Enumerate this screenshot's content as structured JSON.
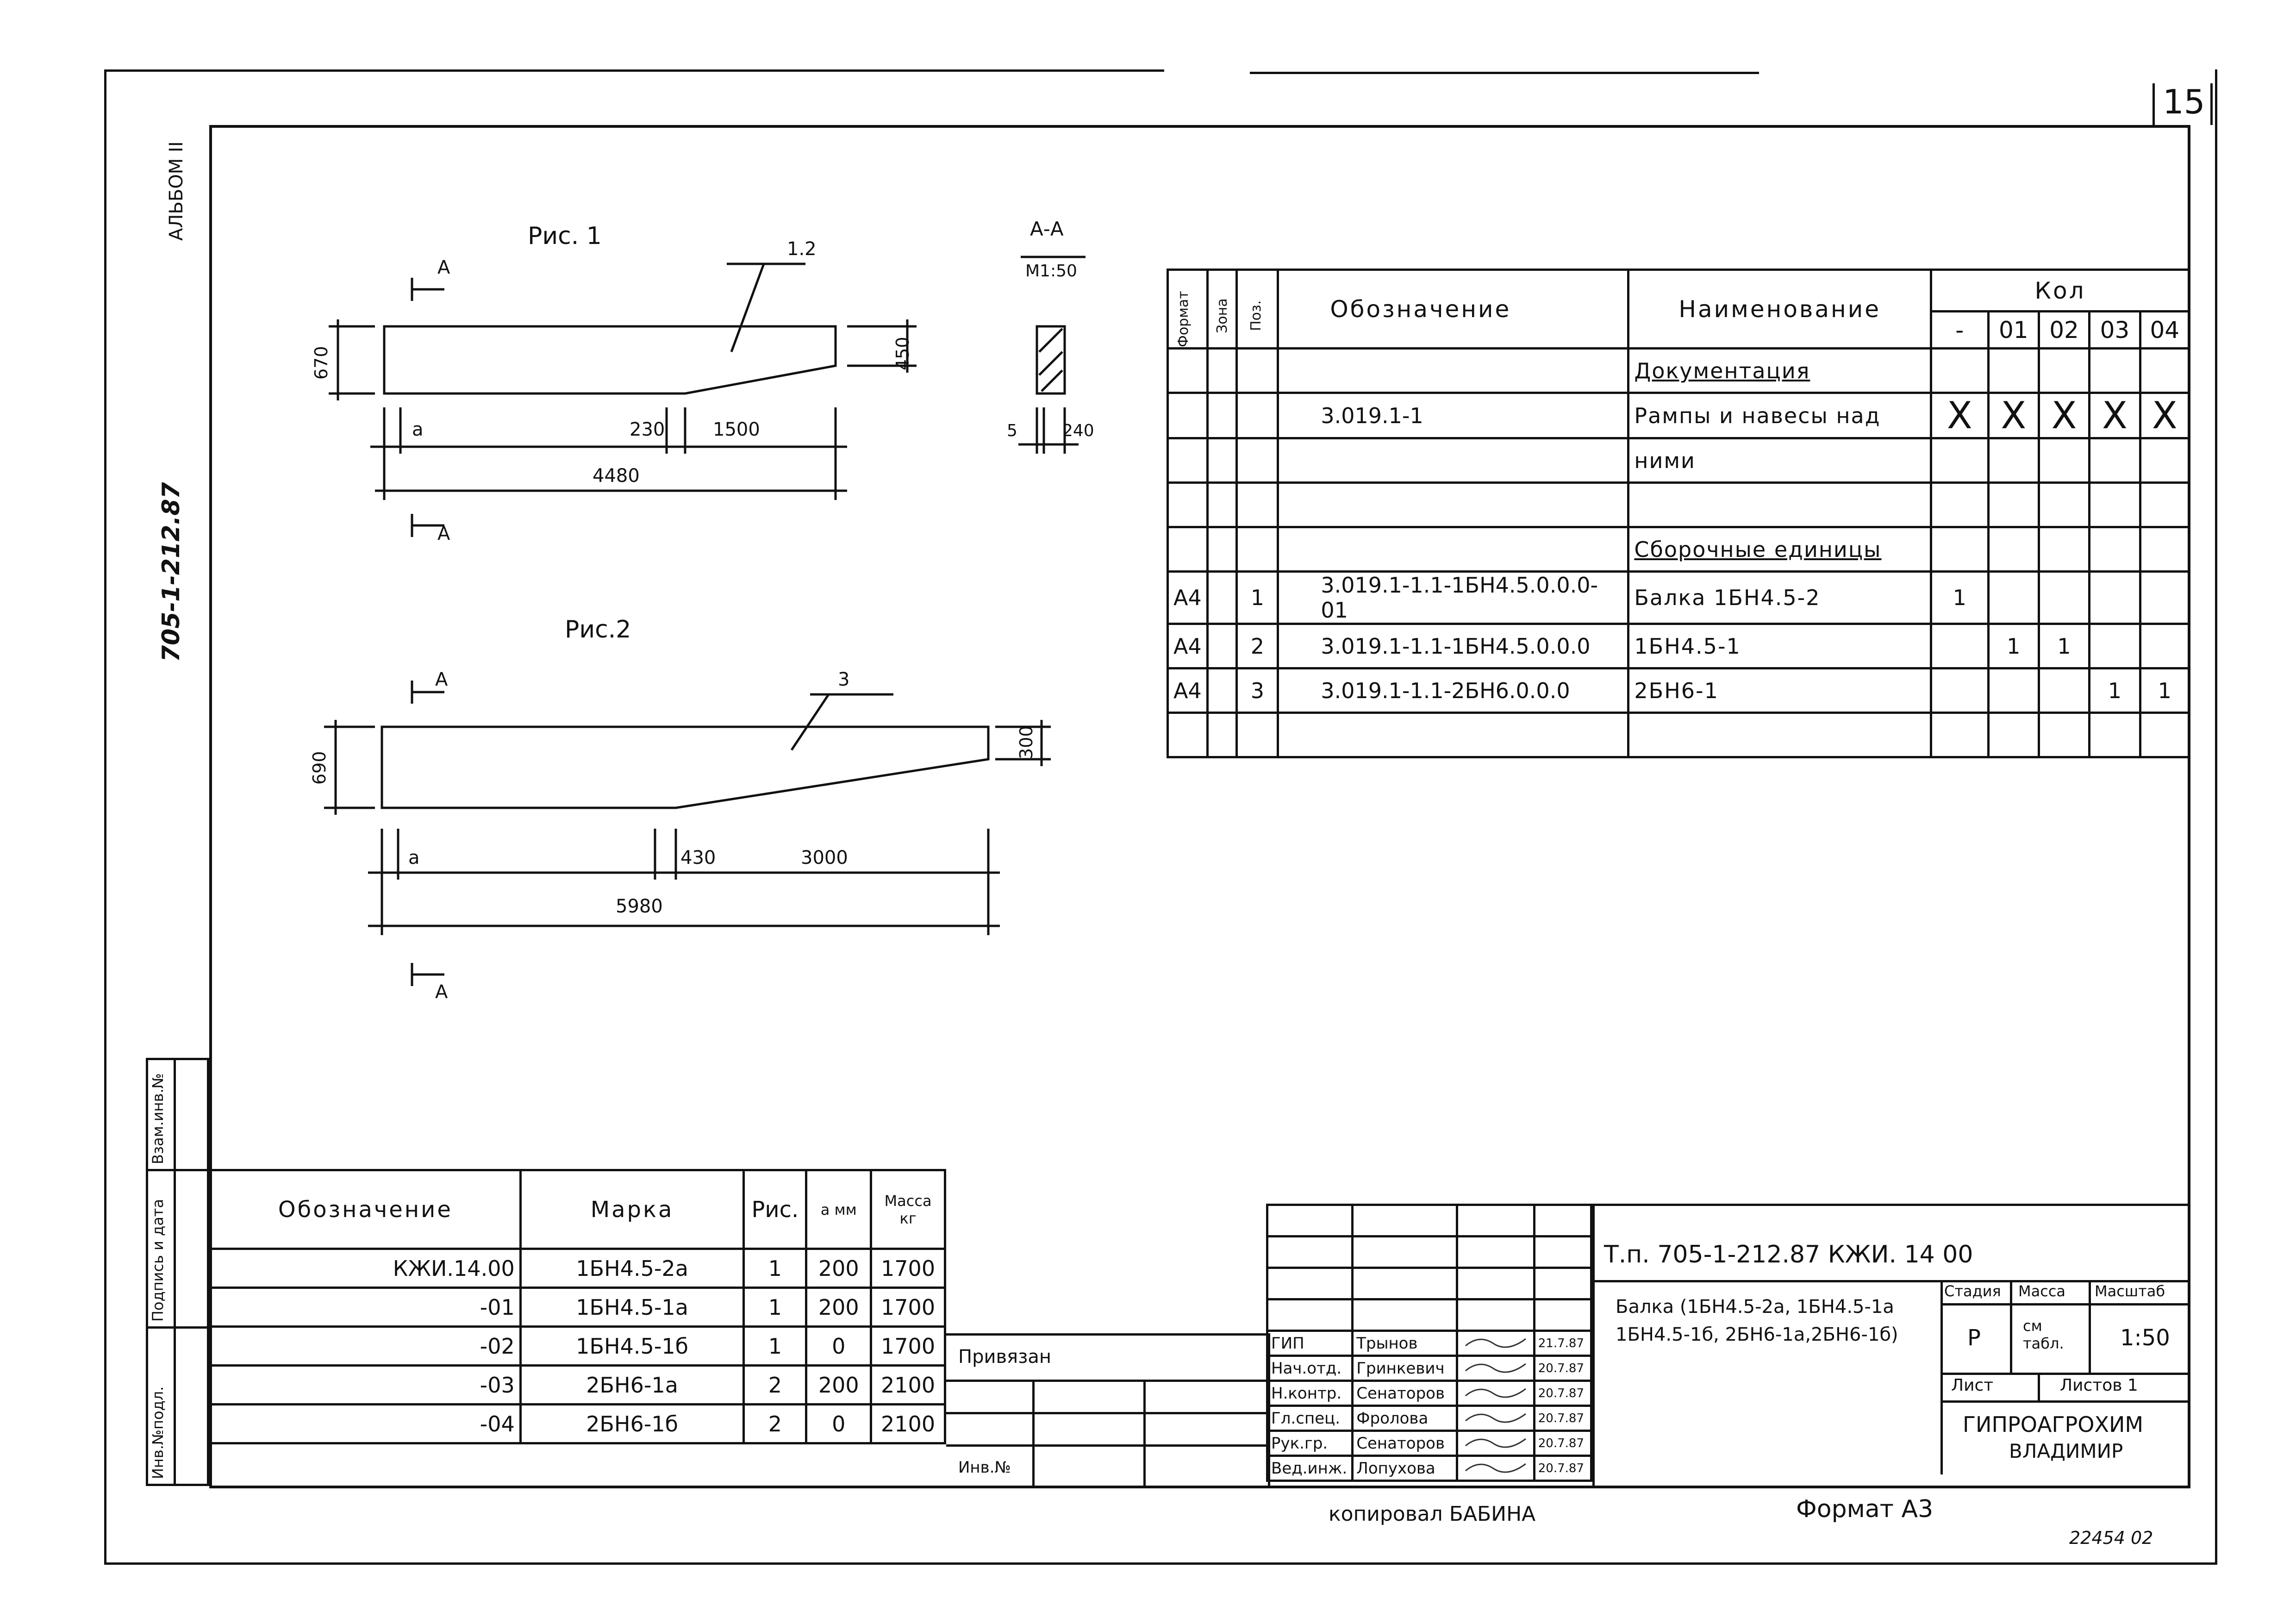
{
  "sheet": {
    "number": "15",
    "album": "АЛЬБОМ II",
    "project_code_vertical": "705-1-212.87",
    "copied": "копировал БАБИНА",
    "format": "Формат А3",
    "footer_number": "22454 02"
  },
  "fig1": {
    "title": "Рис. 1",
    "section_mark": "А",
    "callout": "1.2",
    "dim_height_left": "670",
    "dim_height_right": "450",
    "dim_a": "а",
    "dim_230": "230",
    "dim_1500": "1500",
    "dim_total": "4480"
  },
  "fig2": {
    "title": "Рис.2",
    "section_mark": "А",
    "callout": "3",
    "dim_height_left": "690",
    "dim_height_right": "300",
    "dim_a": "а",
    "dim_430": "430",
    "dim_3000": "3000",
    "dim_total": "5980"
  },
  "section": {
    "title": "А-А",
    "scale": "М1:50",
    "dim_5": "5",
    "dim_240": "240"
  },
  "spec": {
    "headers": {
      "format": "Формат",
      "zone": "Зона",
      "pos": "Поз.",
      "designation": "Обозначение",
      "name": "Наименование",
      "qty": "Кол",
      "qty_cols": [
        "-",
        "01",
        "02",
        "03",
        "04"
      ]
    },
    "rows": [
      {
        "format": "",
        "zone": "",
        "pos": "",
        "designation": "",
        "name": "Документация",
        "q": [
          "",
          "",
          "",
          "",
          ""
        ],
        "underline": true
      },
      {
        "format": "",
        "zone": "",
        "pos": "",
        "designation": "3.019.1-1",
        "name": "Рампы и навесы над",
        "q": [
          "X",
          "X",
          "X",
          "X",
          "X"
        ]
      },
      {
        "format": "",
        "zone": "",
        "pos": "",
        "designation": "",
        "name": "ними",
        "q": [
          "",
          "",
          "",
          "",
          ""
        ]
      },
      {
        "format": "",
        "zone": "",
        "pos": "",
        "designation": "",
        "name": "",
        "q": [
          "",
          "",
          "",
          "",
          ""
        ]
      },
      {
        "format": "",
        "zone": "",
        "pos": "",
        "designation": "",
        "name": "Сборочные единицы",
        "q": [
          "",
          "",
          "",
          "",
          ""
        ],
        "underline": true
      },
      {
        "format": "А4",
        "zone": "",
        "pos": "1",
        "designation": "3.019.1-1.1-1БН4.5.0.0.0-01",
        "name": "Балка 1БН4.5-2",
        "q": [
          "1",
          "",
          "",
          "",
          ""
        ]
      },
      {
        "format": "А4",
        "zone": "",
        "pos": "2",
        "designation": "3.019.1-1.1-1БН4.5.0.0.0",
        "name": "1БН4.5-1",
        "q": [
          "",
          "1",
          "1",
          "",
          ""
        ]
      },
      {
        "format": "А4",
        "zone": "",
        "pos": "3",
        "designation": "3.019.1-1.1-2БН6.0.0.0",
        "name": "2БН6-1",
        "q": [
          "",
          "",
          "",
          "1",
          "1"
        ]
      },
      {
        "format": "",
        "zone": "",
        "pos": "",
        "designation": "",
        "name": "",
        "q": [
          "",
          "",
          "",
          "",
          ""
        ]
      }
    ]
  },
  "marks": {
    "headers": {
      "designation": "Обозначение",
      "mark": "Марка",
      "fig": "Рис.",
      "a": "а мм",
      "mass": "Масса кг"
    },
    "rows": [
      {
        "designation": "КЖИ.14.00",
        "mark": "1БН4.5-2а",
        "fig": "1",
        "a": "200",
        "mass": "1700"
      },
      {
        "designation": "-01",
        "mark": "1БН4.5-1а",
        "fig": "1",
        "a": "200",
        "mass": "1700"
      },
      {
        "designation": "-02",
        "mark": "1БН4.5-1б",
        "fig": "1",
        "a": "0",
        "mass": "1700"
      },
      {
        "designation": "-03",
        "mark": "2БН6-1а",
        "fig": "2",
        "a": "200",
        "mass": "2100"
      },
      {
        "designation": "-04",
        "mark": "2БН6-1б",
        "fig": "2",
        "a": "0",
        "mass": "2100"
      }
    ]
  },
  "left_strip": {
    "inv_orig": "Инв.№подл.",
    "sign_date": "Подпись и дата",
    "replace_inv": "Взам.инв.№"
  },
  "bind": {
    "tied": "Привязан",
    "inv": "Инв.№"
  },
  "title_block": {
    "code": "Т.п. 705-1-212.87 КЖИ. 14 00",
    "name_line1": "Балка (1БН4.5-2а, 1БН4.5-1а",
    "name_line2": "1БН4.5-1б, 2БН6-1а,2БН6-1б)",
    "stage_label": "Стадия",
    "mass_label": "Масса",
    "scale_label": "Масштаб",
    "stage": "Р",
    "mass": "см табл.",
    "scale": "1:50",
    "sheet_label": "Лист",
    "sheets_label": "Листов 1",
    "org1": "ГИПРОАГРОХИМ",
    "org2": "ВЛАДИМИР",
    "people": [
      {
        "role": "ГИП",
        "name": "Трынов",
        "date": "21.7.87"
      },
      {
        "role": "Нач.отд.",
        "name": "Гринкевич",
        "date": "20.7.87"
      },
      {
        "role": "Н.контр.",
        "name": "Сенаторов",
        "date": "20.7.87"
      },
      {
        "role": "Гл.спец.",
        "name": "Фролова",
        "date": "20.7.87"
      },
      {
        "role": "Рук.гр.",
        "name": "Сенаторов",
        "date": "20.7.87"
      },
      {
        "role": "Вед.инж.",
        "name": "Лопухова",
        "date": "20.7.87"
      }
    ]
  }
}
